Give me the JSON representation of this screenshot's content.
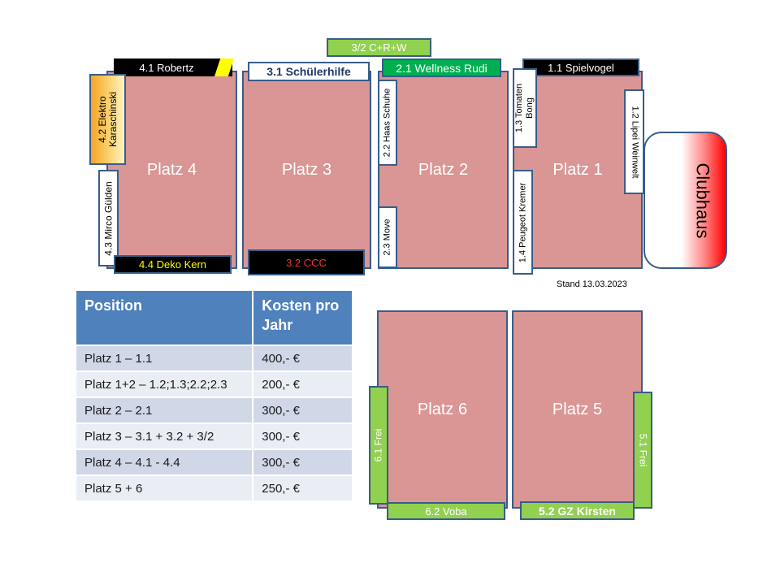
{
  "fields": {
    "platz4": "Platz 4",
    "platz3": "Platz 3",
    "platz2": "Platz 2",
    "platz1": "Platz 1",
    "platz6": "Platz 6",
    "platz5": "Platz 5"
  },
  "labels": {
    "l41": "4.1 Robertz",
    "l31": "3.1 Schülerhilfe",
    "l21": "2.1 Wellness Rudi",
    "l11": "1.1 Spielvogel",
    "l32c": "3/2 C+R+W",
    "l42_line1": "4.2 Elektro",
    "l42_line2": "Karaschinski",
    "l43": "4.3  Mirco Gülden",
    "l44": "4.4 Deko Kern",
    "l32": "3.2 CCC",
    "l22": "2.2 Haas Schuhe",
    "l23": "2.3 Move",
    "l13_line1": "1.3 Tomaten",
    "l13_line2": "Bong",
    "l14": "1.4 Peugeot Kremer",
    "l12": "1.2 Lipei Weinwelt",
    "l61": "6.1 Frei",
    "l62": "6.2 Voba",
    "l51": "5.1 Frei",
    "l52": "5.2 GZ Kirsten"
  },
  "clubhaus": "Clubhaus",
  "stand": "Stand 13.03.2023",
  "table": {
    "headers": [
      "Position",
      "Kosten pro Jahr"
    ],
    "rows": [
      [
        "Platz 1 – 1.1",
        "400,- €"
      ],
      [
        "Platz 1+2 – 1.2;1.3;2.2;2.3",
        "200,- €"
      ],
      [
        "Platz 2 – 2.1",
        "300,- €"
      ],
      [
        "Platz 3 – 3.1 + 3.2 + 3/2",
        "300,- €"
      ],
      [
        "Platz 4 – 4.1 - 4.4",
        "300,- €"
      ],
      [
        "Platz 5 + 6",
        "250,- €"
      ]
    ]
  },
  "colors": {
    "field": "#d99694",
    "border": "#385d8a",
    "green": "#92d050",
    "green_dark": "#00b050",
    "orange": "#f5a623",
    "yellow": "#ffff00",
    "header_blue": "#4f81bd",
    "row_odd": "#d0d8e8",
    "row_even": "#e9edf4",
    "clubhaus_red": "#ff0000"
  }
}
